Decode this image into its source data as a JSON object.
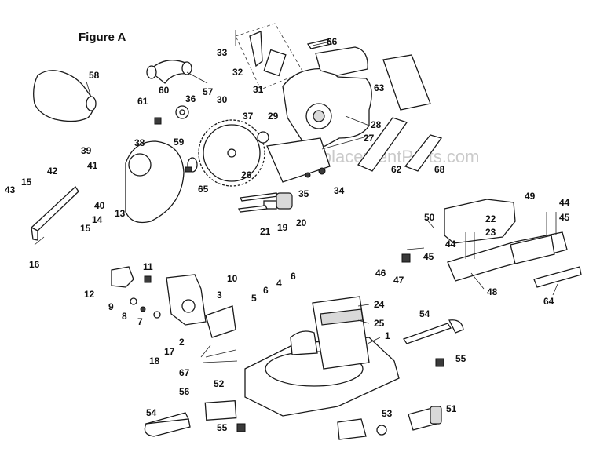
{
  "title": "Figure A",
  "watermark": "eReplacementParts.com",
  "callouts": [
    "58",
    "61",
    "60",
    "36",
    "57",
    "33",
    "32",
    "30",
    "31",
    "66",
    "63",
    "29",
    "37",
    "28",
    "27",
    "59",
    "65",
    "38",
    "39",
    "41",
    "42",
    "15",
    "43",
    "40",
    "14",
    "13",
    "15",
    "16",
    "26",
    "35",
    "34",
    "19",
    "20",
    "21",
    "62",
    "68",
    "49",
    "44",
    "45",
    "50",
    "22",
    "23",
    "44",
    "45",
    "46",
    "47",
    "48",
    "64",
    "11",
    "10",
    "12",
    "9",
    "8",
    "7",
    "3",
    "6",
    "5",
    "4",
    "6",
    "24",
    "25",
    "1",
    "54",
    "2",
    "17",
    "18",
    "67",
    "52",
    "55",
    "56",
    "51",
    "54",
    "53",
    "55"
  ]
}
